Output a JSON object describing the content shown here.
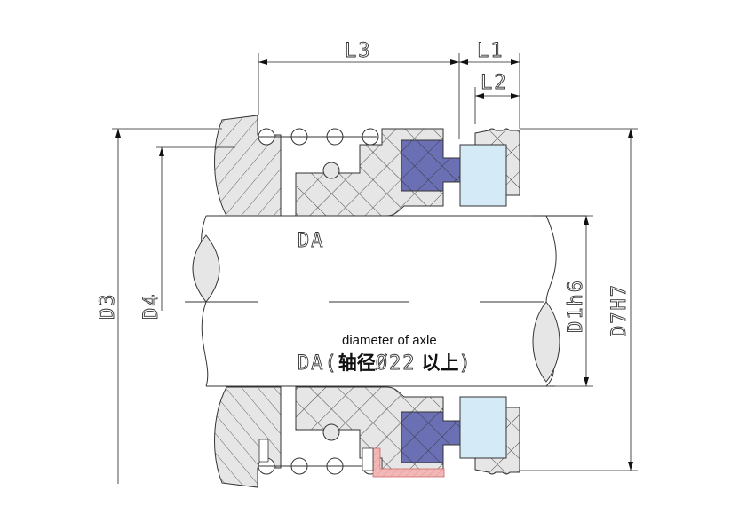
{
  "dimensions": {
    "L3": "L3",
    "L1": "L1",
    "L2": "L2",
    "D3": "D3",
    "D4": "D4",
    "D1h6": "D1h6",
    "D7H7": "D7H7"
  },
  "shaft": {
    "label_top": "DA",
    "caption_en": "diameter of axle",
    "caption_prefix": "DA(",
    "caption_cn1": "轴径",
    "caption_value": "Ø22",
    "caption_cn2": "以上",
    "caption_suffix": ")"
  },
  "colors": {
    "stator_blue": "#6b70b4",
    "seat_lightblue": "#d4ebf7",
    "hatch_gray": "#e6e6e6",
    "pink_retainer": "#f2b8b8"
  }
}
